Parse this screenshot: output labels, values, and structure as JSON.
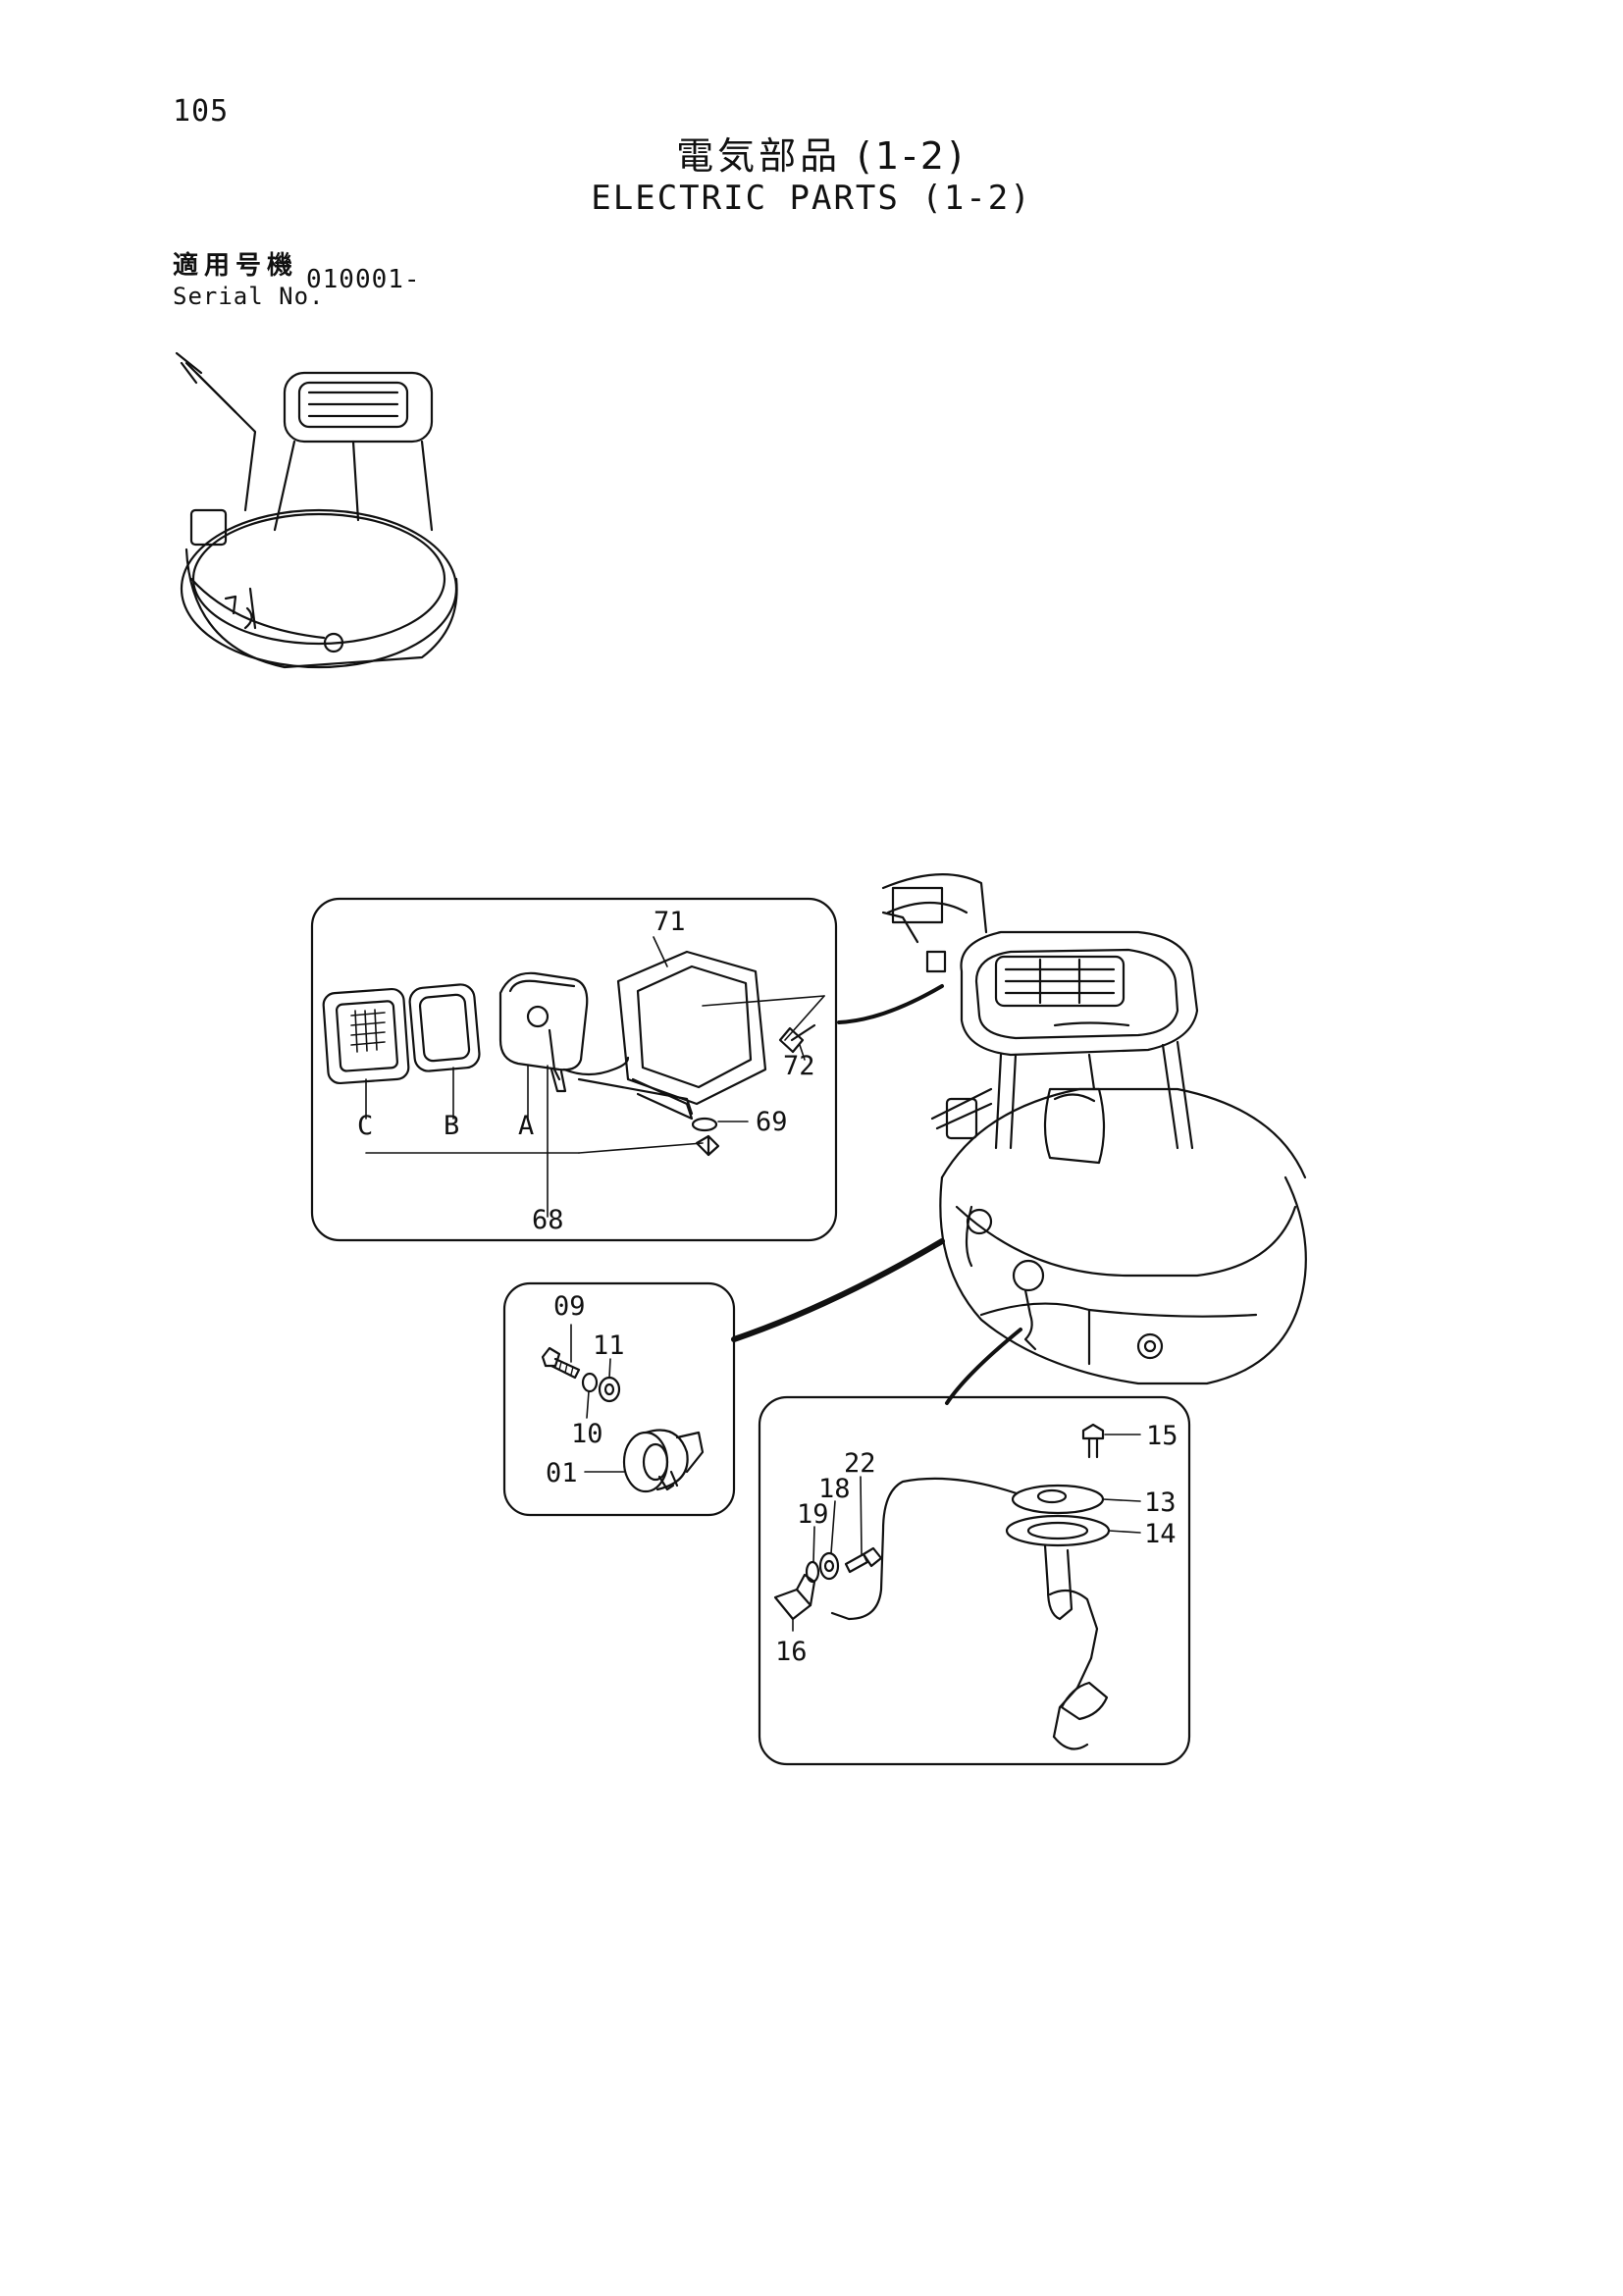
{
  "header": {
    "page_number": "105",
    "title_jp": "電気部品 (1-2)",
    "title_en": "ELECTRIC PARTS (1-2)"
  },
  "serial": {
    "label_jp": "適用号機",
    "label_en": "Serial No.",
    "value": "010001-"
  },
  "callouts": {
    "lamp_group": [
      "71",
      "72",
      "69",
      "68",
      "A",
      "B",
      "C"
    ],
    "horn_group": [
      "09",
      "11",
      "10",
      "01"
    ],
    "sender_group": [
      "15",
      "22",
      "18",
      "19",
      "13",
      "14",
      "16"
    ]
  }
}
